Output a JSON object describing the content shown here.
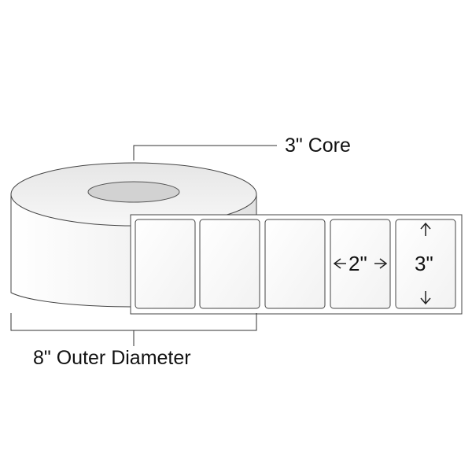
{
  "diagram": {
    "core_label": "3\" Core",
    "outer_diameter_label": "8\" Outer Diameter",
    "label_width": "2\"",
    "label_height": "3\""
  }
}
